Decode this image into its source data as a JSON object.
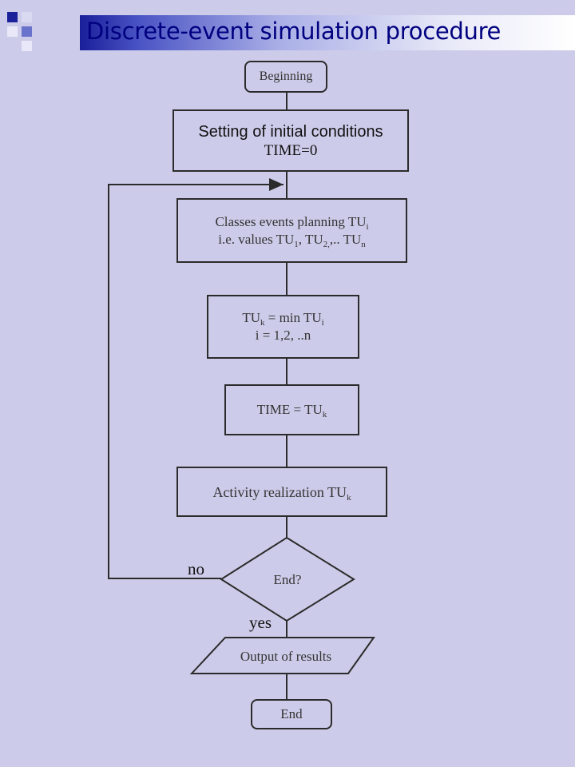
{
  "title": "Discrete-event simulation procedure",
  "colors": {
    "background": "#ccccea",
    "title_text": "#000080",
    "accent_dark": "#1a1f9a",
    "stroke": "#2b2b2b"
  },
  "nodes": {
    "beginning": "Beginning",
    "init_line1": "Setting of initial conditions",
    "init_line2": "TIME=0",
    "classes_line1": "Classes events planning TU",
    "classes_line1_sub": "i",
    "classes_line2_a": "i.e. values TU",
    "classes_line2_sub1": "1",
    "classes_line2_b": ", TU",
    "classes_line2_sub2": "2,",
    "classes_line2_c": ",.. TU",
    "classes_line2_sub3": "n",
    "min_line1_a": "TU",
    "min_line1_sub1": "k",
    "min_line1_b": " = min TU",
    "min_line1_sub2": "i",
    "min_line2": "i = 1,2, ..n",
    "time_a": "TIME = TU",
    "time_sub": "k",
    "activity_a": "Activity realization TU",
    "activity_sub": "k",
    "end_question": "End?",
    "output": "Output of results",
    "end": "End"
  },
  "labels": {
    "no": "no",
    "yes": "yes"
  }
}
